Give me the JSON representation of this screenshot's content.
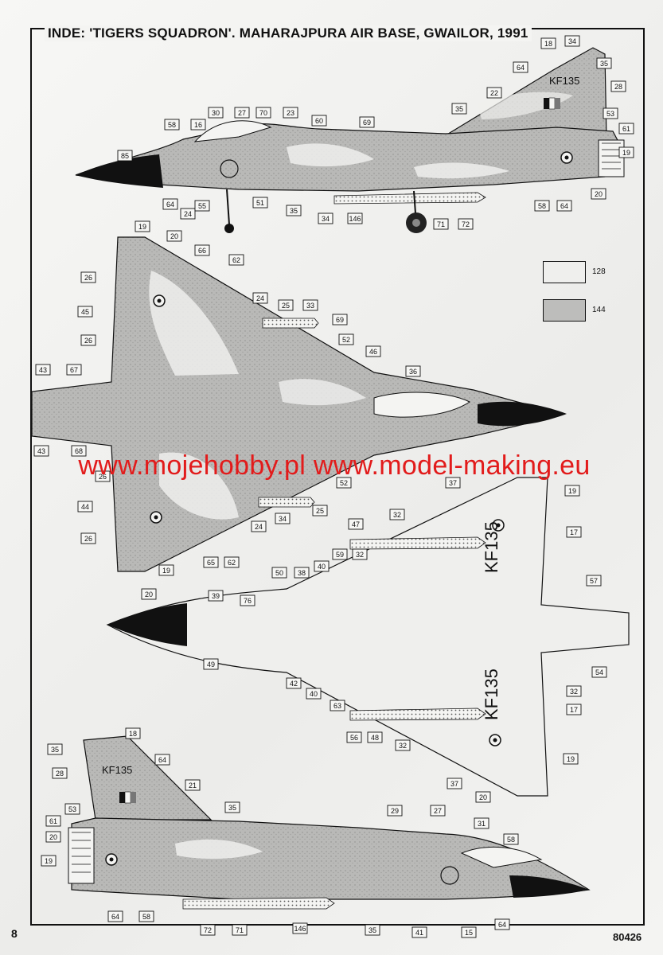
{
  "page": {
    "title": "INDE: 'TIGERS SQUADRON'. MAHARAJPURA AIR BASE, GWAILOR, 1991",
    "page_number": "8",
    "kit_number": "80426",
    "watermark": "www.mojehobby.pl www.model-making.eu"
  },
  "legend": {
    "items": [
      {
        "code": "128",
        "color": "#efefed"
      },
      {
        "code": "144",
        "color": "#bdbdbb"
      }
    ]
  },
  "aircraft": {
    "serial": "KF135",
    "serial_vertical": "KF135"
  },
  "views": {
    "side_top": {
      "callouts": [
        "18",
        "34",
        "64",
        "35",
        "28",
        "22",
        "30",
        "27",
        "70",
        "23",
        "60",
        "69",
        "35",
        "53",
        "58",
        "16",
        "61",
        "19",
        "85",
        "64",
        "24",
        "55",
        "51",
        "35",
        "34",
        "146",
        "71",
        "72",
        "58",
        "64",
        "20"
      ]
    },
    "plan_top": {
      "callouts": [
        "19",
        "20",
        "66",
        "62",
        "26",
        "45",
        "24",
        "25",
        "33",
        "69",
        "26",
        "52",
        "46",
        "43",
        "67",
        "36",
        "43",
        "68",
        "26",
        "52",
        "44",
        "26",
        "65",
        "62",
        "19",
        "20",
        "24",
        "34",
        "25"
      ]
    },
    "plan_bottom": {
      "callouts": [
        "37",
        "19",
        "32",
        "47",
        "17",
        "59",
        "32",
        "38",
        "50",
        "40",
        "57",
        "39",
        "76",
        "49",
        "42",
        "40",
        "63",
        "54",
        "32",
        "17",
        "56",
        "48",
        "32",
        "37",
        "20",
        "19"
      ]
    },
    "side_bottom": {
      "callouts": [
        "18",
        "35",
        "64",
        "28",
        "21",
        "35",
        "53",
        "29",
        "27",
        "61",
        "31",
        "20",
        "58",
        "19",
        "64",
        "58",
        "72",
        "71",
        "146",
        "35",
        "41",
        "15",
        "64"
      ]
    }
  }
}
